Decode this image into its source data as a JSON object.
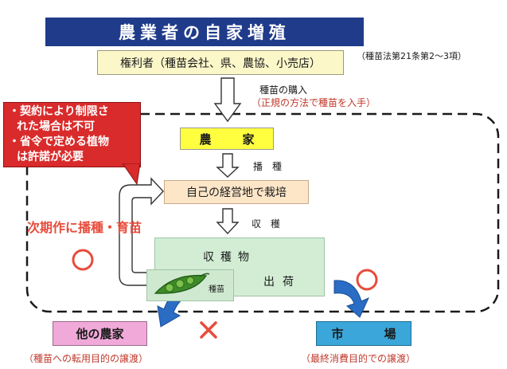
{
  "title": "農業者の自家増殖",
  "law_reference": "（種苗法第21条第2～3項）",
  "rights_holders": "権利者（種苗会社、県、農協、小売店）",
  "purchase": {
    "label": "種苗の購入",
    "sub": "（正規の方法で種苗を入手）"
  },
  "farmer": "農　家",
  "sowing": "播　種",
  "cultivation": "自己の経営地で栽培",
  "harvesting": "収　穫",
  "crop": "収穫物",
  "shipping": "出荷",
  "seed": "種苗",
  "replant": "次期作に播種・育苗",
  "callout": {
    "line1": "・契約により制限さ",
    "line2": "れた場合は不可",
    "line3": "・省令で定める植物",
    "line4": "は許諾が必要"
  },
  "other_farmer": "他の農家",
  "market": "市　場",
  "note_other": "（種苗への転用目的の譲渡）",
  "note_market": "（最終消費目的での譲渡）",
  "colors": {
    "title_bg": "#1f3b8a",
    "callout_bg": "#d92b2b",
    "allowed_mark": "#e74c3c",
    "arrow_blue": "#2b6cc4"
  },
  "icons": [
    "allowed-circle-icon",
    "prohibited-x-icon",
    "seed-pod-icon"
  ]
}
